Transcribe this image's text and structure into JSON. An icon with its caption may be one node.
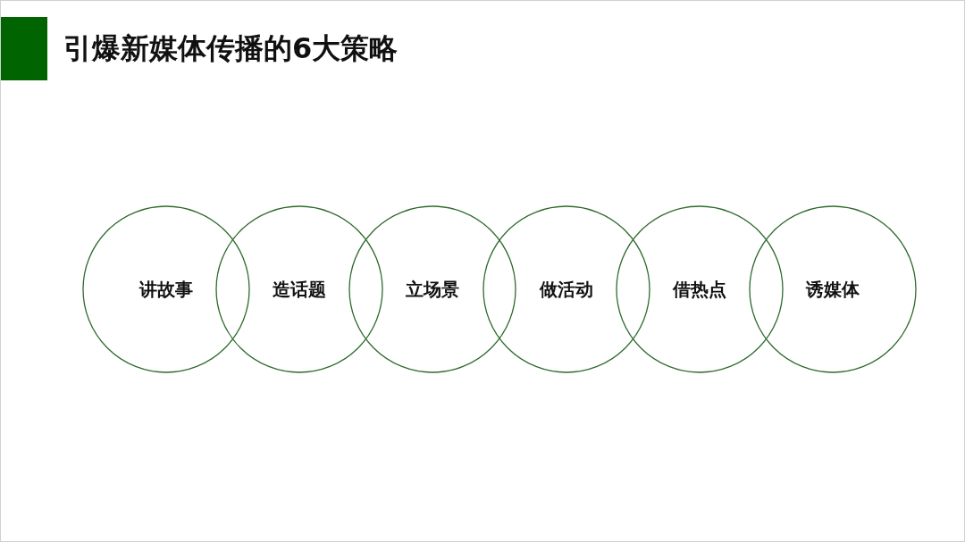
{
  "diagram": {
    "title": "引爆新媒体传播的6大策略",
    "nodes": [
      {
        "text": [
          "讲故事"
        ]
      },
      {
        "text": [
          "造话题"
        ]
      },
      {
        "text": [
          "立场景"
        ]
      },
      {
        "text": [
          "做活动"
        ]
      },
      {
        "text": [
          "借热点"
        ]
      },
      {
        "text": [
          "诱媒体"
        ]
      }
    ]
  }
}
